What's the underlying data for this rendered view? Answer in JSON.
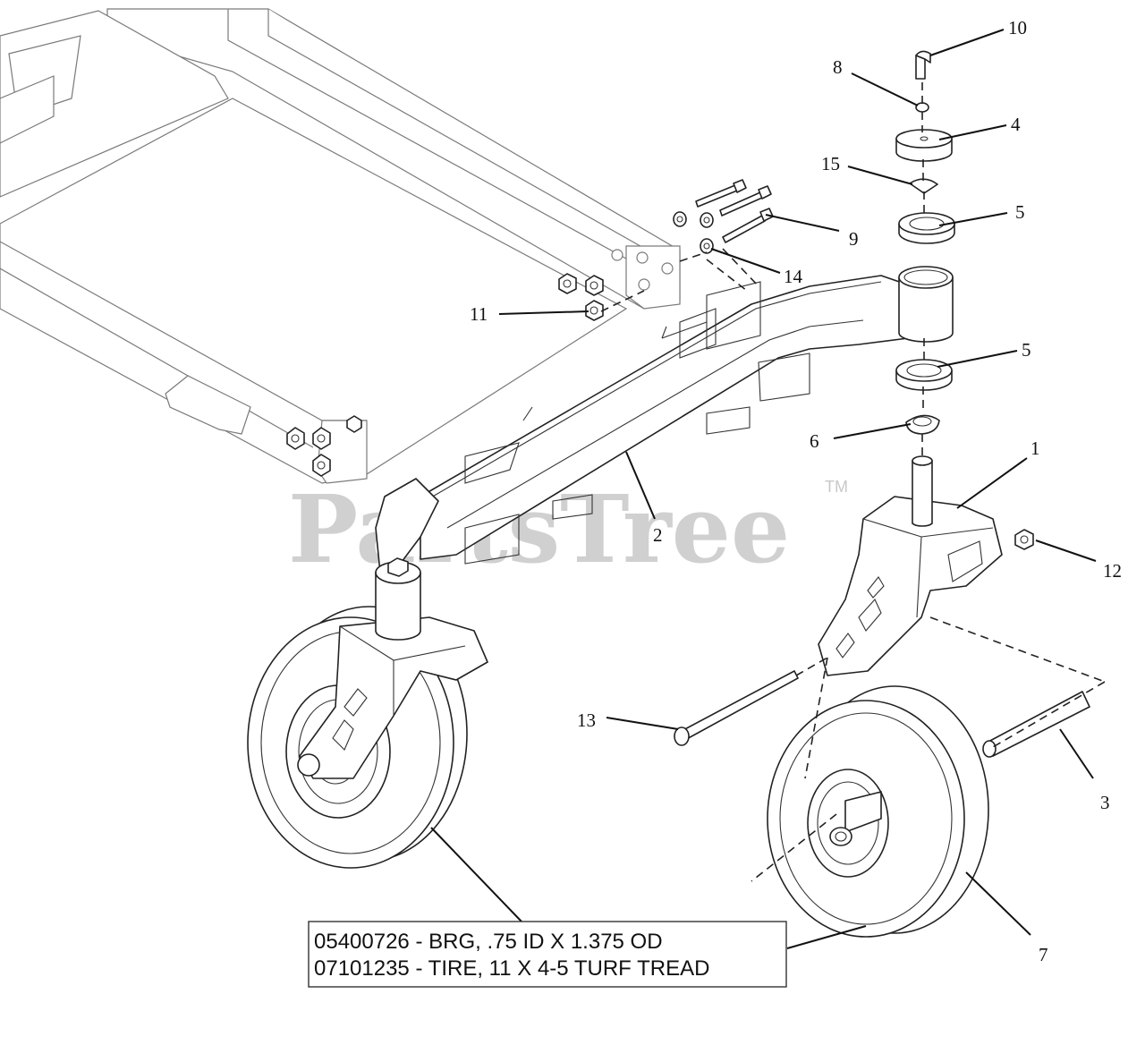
{
  "watermark": {
    "text": "PartsTree",
    "trademark": "TM"
  },
  "callouts": {
    "c1": "1",
    "c2": "2",
    "c3": "3",
    "c4": "4",
    "c5a": "5",
    "c5b": "5",
    "c6": "6",
    "c7": "7",
    "c8": "8",
    "c9": "9",
    "c10": "10",
    "c11": "11",
    "c12": "12",
    "c13": "13",
    "c14": "14",
    "c15": "15"
  },
  "notes": {
    "line1": "05400726 - BRG, .75 ID X 1.375 OD",
    "line2": "07101235 - TIRE, 11 X 4-5 TURF TREAD"
  }
}
